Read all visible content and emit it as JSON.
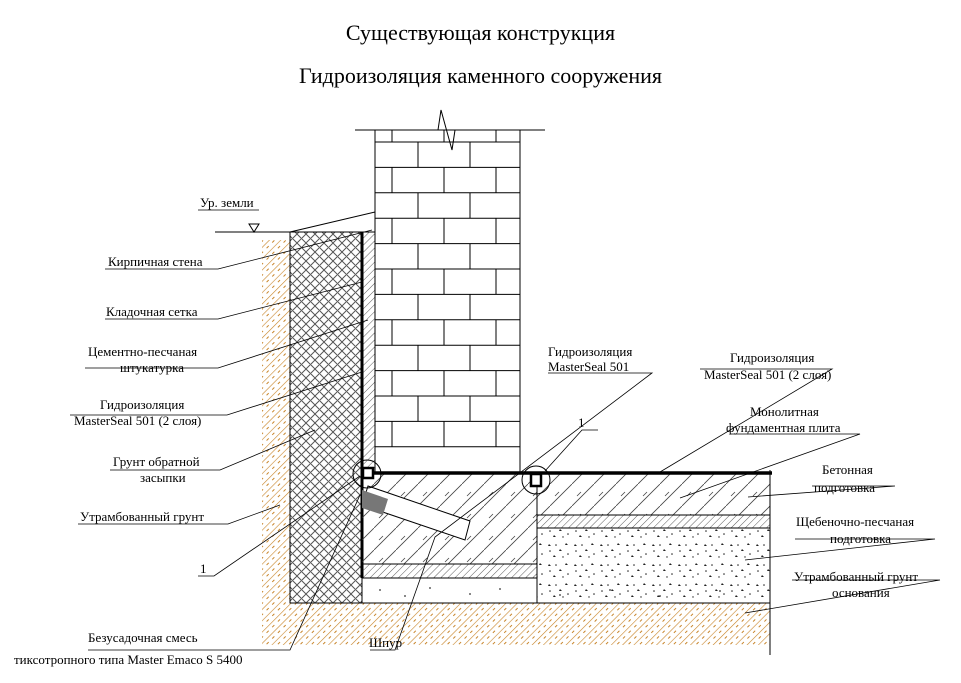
{
  "title": "Существующая конструкция",
  "subtitle": "Гидроизоляция каменного сооружения",
  "ground_level": "Ур. земли",
  "labels": {
    "brick_wall": "Кирпичная стена",
    "masonry_mesh": "Кладочная сетка",
    "plaster_1": "Цементно-песчаная",
    "plaster_2": "штукатурка",
    "waterproof_wall_1": "Гидроизоляция",
    "waterproof_wall_2": "MasterSeal 501 (2 слоя)",
    "backfill_1": "Грунт обратной",
    "backfill_2": "засыпки",
    "compacted_soil": "Утрамбованный грунт",
    "callout_left": "1",
    "emaco_1": "Безусадочная смесь",
    "emaco_2": "тиксотропного типа Master Emaco S 5400",
    "shpur": "Шпур",
    "waterproof_mid_1": "Гидроизоляция",
    "waterproof_mid_2": "MasterSeal 501",
    "callout_right": "1",
    "waterproof_slab_1": "Гидроизоляция",
    "waterproof_slab_2": "MasterSeal 501 (2 слоя)",
    "slab_1": "Монолитная",
    "slab_2": "фундаментная плита",
    "concrete_prep_1": "Бетонная",
    "concrete_prep_2": "подготовка",
    "gravel_prep_1": "Щебеночно-песчаная",
    "gravel_prep_2": "подготовка",
    "base_soil_1": "Утрамбованный грунт",
    "base_soil_2": "основания"
  },
  "colors": {
    "line": "#000000",
    "soil_hatch": "#c8852a",
    "backfill_hatch": "#555555",
    "drill_rod": "#777777"
  }
}
